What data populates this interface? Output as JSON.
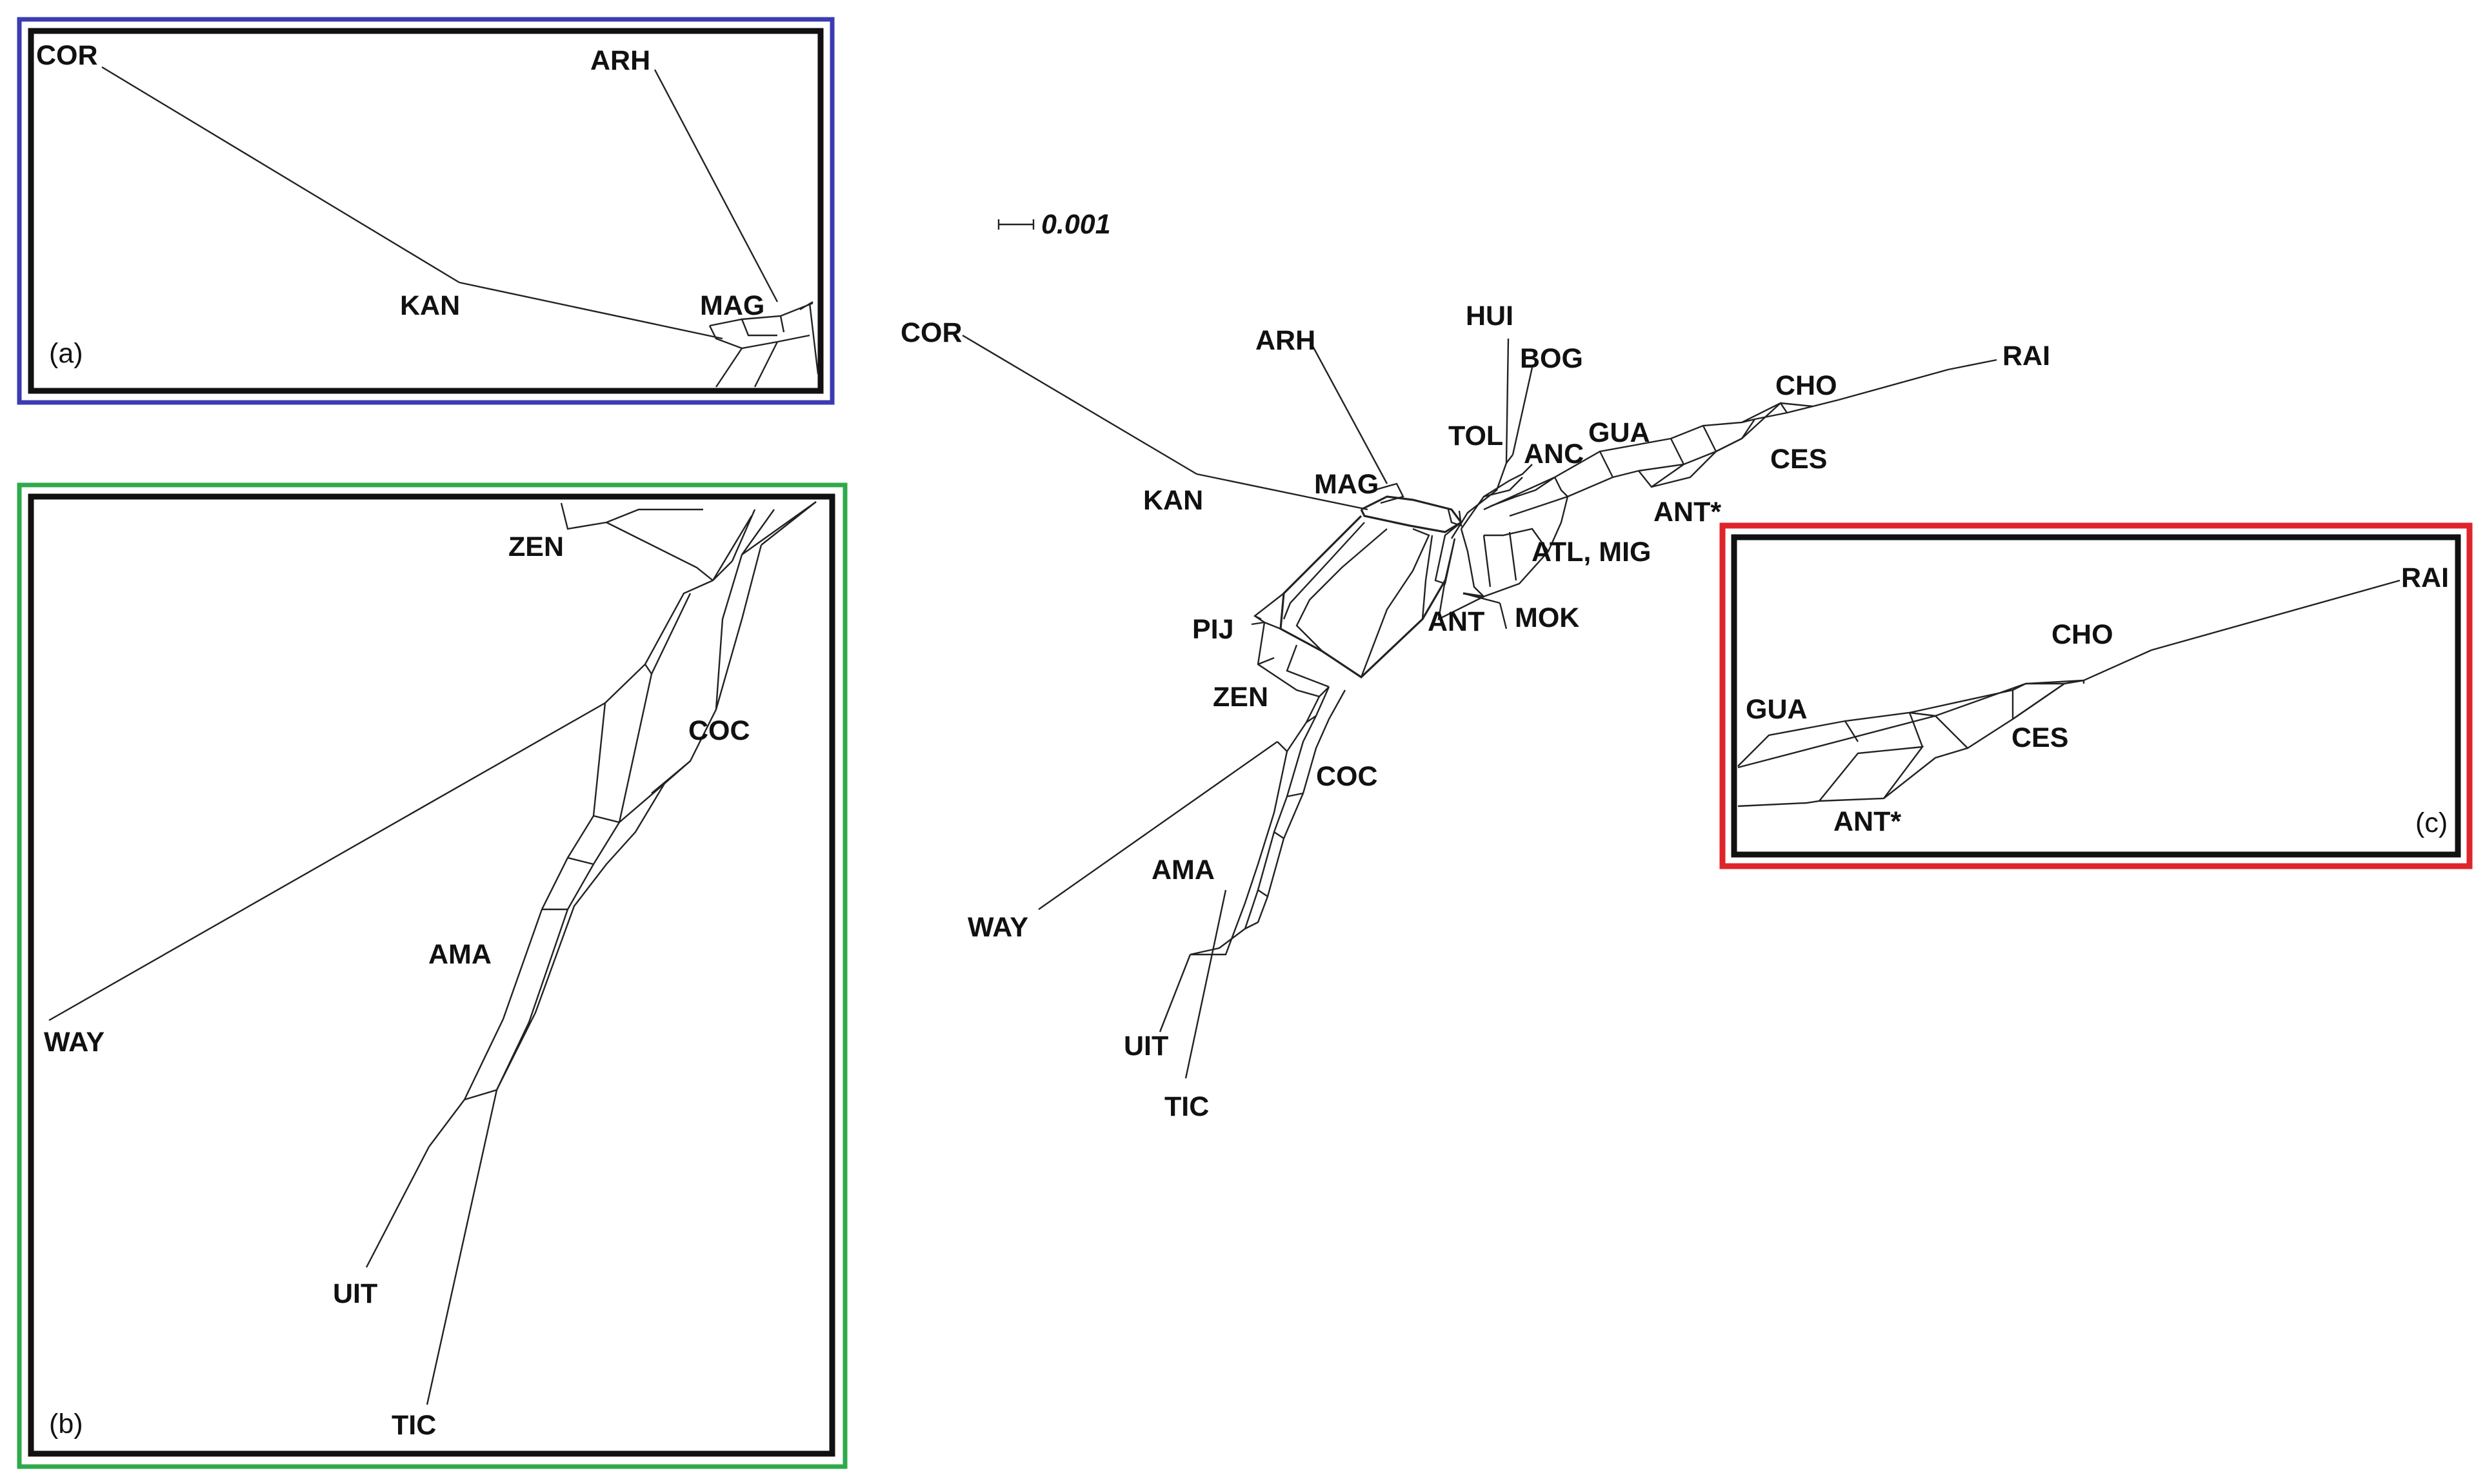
{
  "scale_bar": {
    "value": "0.001"
  },
  "main_labels": {
    "cor": "COR",
    "arh": "ARH",
    "hui": "HUI",
    "bog": "BOG",
    "tol": "TOL",
    "anc": "ANC",
    "gua": "GUA",
    "cho": "CHO",
    "rai": "RAI",
    "ces": "CES",
    "ant_star": "ANT*",
    "kan": "KAN",
    "mag": "MAG",
    "atl_mig": "ATL, MIG",
    "ant": "ANT",
    "mok": "MOK",
    "pij": "PIJ",
    "zen": "ZEN",
    "coc": "COC",
    "ama": "AMA",
    "way": "WAY",
    "uit": "UIT",
    "tic": "TIC"
  },
  "inset_a": {
    "caption": "(a)",
    "border_color": "#3b3bb3",
    "labels": {
      "cor": "COR",
      "arh": "ARH",
      "kan": "KAN",
      "mag": "MAG"
    }
  },
  "inset_b": {
    "caption": "(b)",
    "border_color": "#2faa4a",
    "labels": {
      "zen": "ZEN",
      "coc": "COC",
      "ama": "AMA",
      "way": "WAY",
      "uit": "UIT",
      "tic": "TIC"
    }
  },
  "inset_c": {
    "caption": "(c)",
    "border_color": "#e0242b",
    "labels": {
      "rai": "RAI",
      "cho": "CHO",
      "gua": "GUA",
      "ces": "CES",
      "ant_star": "ANT*"
    }
  }
}
